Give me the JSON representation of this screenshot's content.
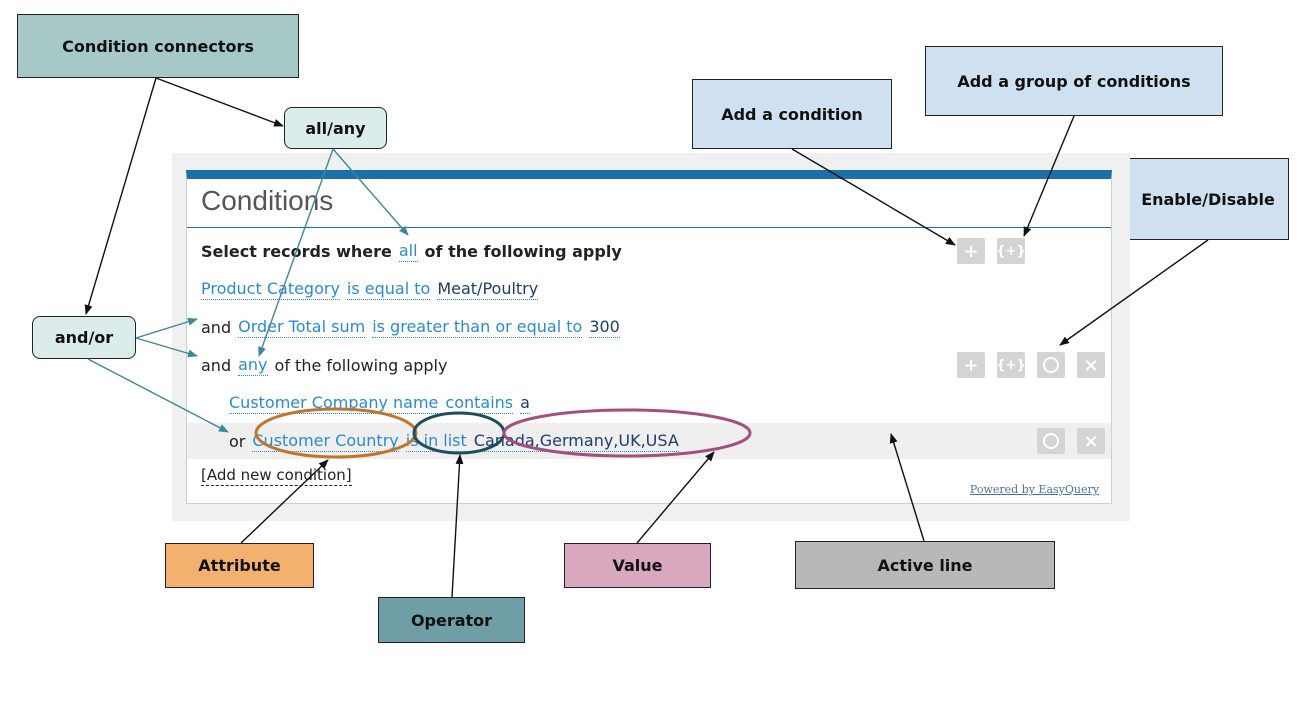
{
  "callouts": {
    "condition_connectors": "Condition connectors",
    "all_any": "all/any",
    "and_or": "and/or",
    "add_condition": "Add a condition",
    "add_group": "Add a group of conditions",
    "enable_disable": "Enable/Disable",
    "attribute": "Attribute",
    "operator": "Operator",
    "value": "Value",
    "active_line": "Active line"
  },
  "widget": {
    "title": "Conditions",
    "header": {
      "prefix": "Select records where",
      "quantifier": "all",
      "suffix": "of the following apply"
    },
    "rows": [
      {
        "connector": "",
        "attribute": "Product Category",
        "operator": "is equal to",
        "value": "Meat/Poultry"
      },
      {
        "connector": "and",
        "attribute": "Order Total sum",
        "operator": "is greater than or equal to",
        "value": "300"
      }
    ],
    "group": {
      "connector": "and",
      "quantifier": "any",
      "suffix": "of the following apply",
      "rows": [
        {
          "connector": "",
          "attribute": "Customer Company name",
          "operator": "contains",
          "value": "a"
        },
        {
          "connector": "or",
          "attribute": "Customer Country",
          "operator": "is in list",
          "value": "Canada,Germany,UK,USA"
        }
      ]
    },
    "add_new": "[Add new condition]",
    "powered_by": "Powered by EasyQuery",
    "buttons": {
      "add": "+",
      "add_group": "{+}",
      "remove": "×"
    }
  },
  "colors": {
    "teal_callout": "#a6c8c7",
    "blue_callout": "#cfe0f1",
    "attribute_callout": "#f3b06e",
    "operator_callout": "#6f9ea7",
    "value_callout": "#d8a8bf",
    "active_callout": "#b8b8b8",
    "attribute_ellipse": "#c0752b",
    "operator_ellipse": "#1e4e5e",
    "value_ellipse": "#a3507e",
    "widget_accent": "#1c6fa8",
    "link": "#2b8bd0"
  }
}
